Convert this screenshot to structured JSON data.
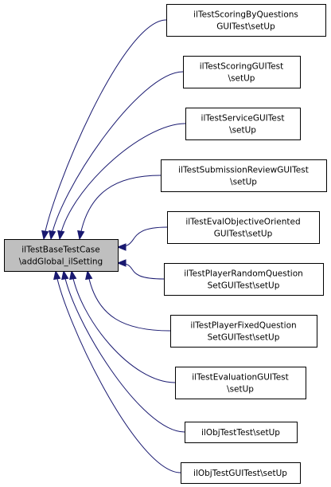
{
  "root": {
    "lines": [
      "ilTestBaseTestCase",
      "\\addGlobal_ilSetting"
    ]
  },
  "children": [
    {
      "lines": [
        "ilTestScoringByQuestions",
        "GUITest\\setUp"
      ]
    },
    {
      "lines": [
        "ilTestScoringGUITest",
        "\\setUp"
      ]
    },
    {
      "lines": [
        "ilTestServiceGUITest",
        "\\setUp"
      ]
    },
    {
      "lines": [
        "ilTestSubmissionReviewGUITest",
        "\\setUp"
      ]
    },
    {
      "lines": [
        "ilTestEvalObjectiveOriented",
        "GUITest\\setUp"
      ]
    },
    {
      "lines": [
        "ilTestPlayerRandomQuestion",
        "SetGUITest\\setUp"
      ]
    },
    {
      "lines": [
        "ilTestPlayerFixedQuestion",
        "SetGUITest\\setUp"
      ]
    },
    {
      "lines": [
        "ilTestEvaluationGUITest",
        "\\setUp"
      ]
    },
    {
      "lines": [
        "ilObjTestTest\\setUp"
      ]
    },
    {
      "lines": [
        "ilObjTestGUITest\\setUp"
      ]
    }
  ],
  "colors": {
    "edge": "#191970",
    "root_fill": "#bfbfbf",
    "node_fill": "#ffffff",
    "border": "#000000"
  }
}
